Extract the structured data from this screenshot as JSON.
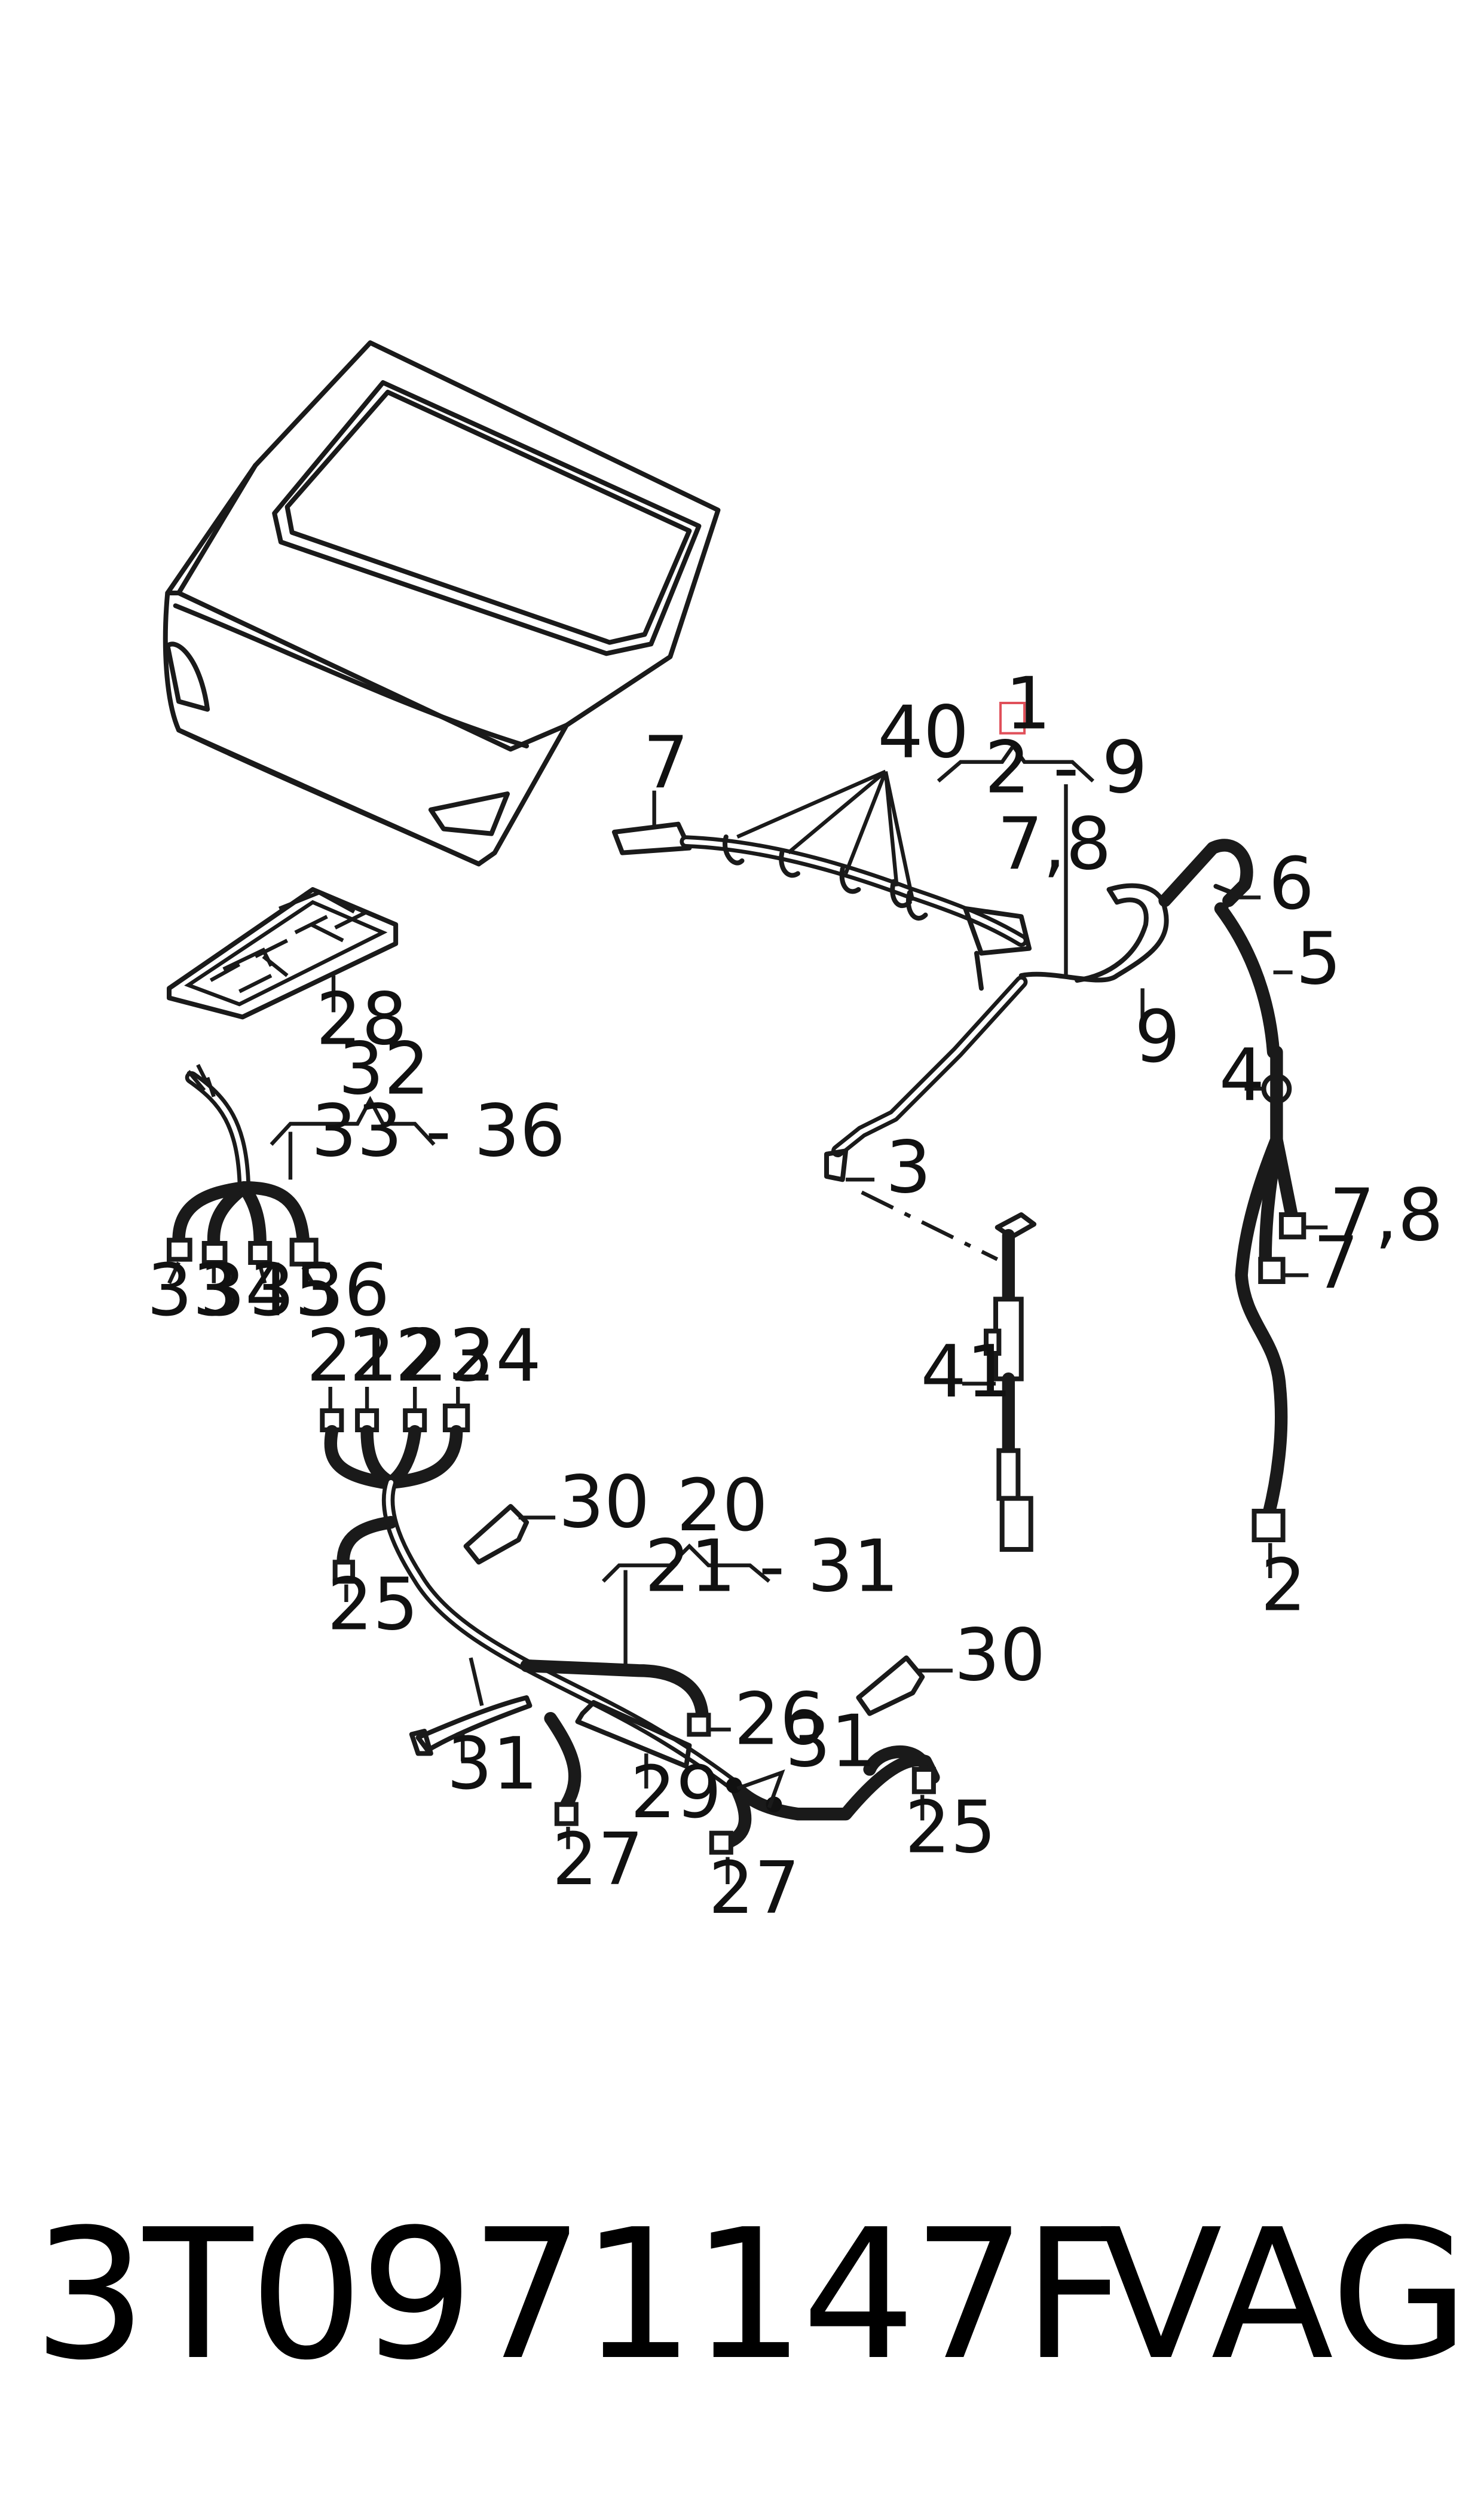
{
  "labels": {
    "l1": "1",
    "l2_9": "2 - 9",
    "l40": "40",
    "l7a": "7",
    "l78a": "7,8",
    "l6": "6",
    "l5": "5",
    "l4": "4",
    "l9": "9",
    "l3": "3",
    "l78b": "7,8",
    "l7b": "7",
    "l2": "2",
    "l28": "28",
    "l32": "32",
    "l33_36": "33 - 36",
    "l33": "33",
    "l34": "34",
    "l35": "35",
    "l36": "36",
    "l41": "41",
    "l21": "21",
    "l22": "22",
    "l23": "23",
    "l24": "24",
    "l30a": "30",
    "l20": "20",
    "l21_31": "21 - 31",
    "l25a": "25",
    "l30b": "30",
    "l26": "26",
    "l31a": "31",
    "l31b": "31",
    "l29": "29",
    "l25b": "25",
    "l27a": "27",
    "l27b": "27"
  },
  "footer": {
    "part_number": "3T0971147F",
    "brand": "VAG"
  },
  "colors": {
    "line": "#1a1a1a",
    "highlight": "#e0505a"
  }
}
